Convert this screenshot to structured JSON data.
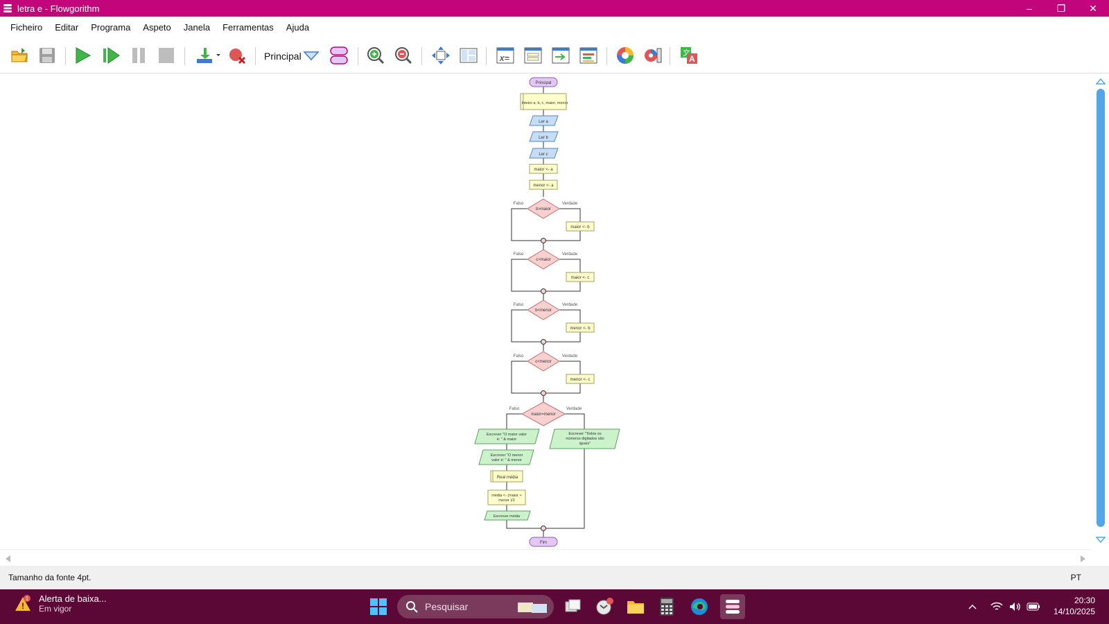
{
  "window": {
    "title": "letra e - Flowgorithm"
  },
  "menu": [
    "Ficheiro",
    "Editar",
    "Programa",
    "Aspeto",
    "Janela",
    "Ferramentas",
    "Ajuda"
  ],
  "toolbar": {
    "function_selector": "Principal"
  },
  "flowchart": {
    "start": "Principal",
    "declare": "Inteiro a, b, c, maior, menor",
    "inputs": [
      "Ler a",
      "Ler b",
      "Ler c"
    ],
    "assign_maior_a": "maior <- a",
    "assign_menor_a": "menor <- a",
    "false_label": "Falso",
    "true_label": "Verdade",
    "decisions": [
      {
        "condition": "b>maior",
        "true_action": "maior <- b"
      },
      {
        "condition": "c>maior",
        "true_action": "maior <- c"
      },
      {
        "condition": "b<menor",
        "true_action": "menor <- b"
      },
      {
        "condition": "c<menor",
        "true_action": "menor <- c"
      }
    ],
    "final_decision": "maior=menor",
    "false_branch": {
      "output1": [
        "Escrever \"O maior valor",
        "é: \" & maior"
      ],
      "output2": [
        "Escrever \"O menor",
        "valor é: \" & menor"
      ],
      "declare": "Real média",
      "assign": [
        "média <- (maior +",
        "menor )/2"
      ],
      "output3": "Escrever média"
    },
    "true_branch": {
      "output": [
        "Escrever \"Todos os",
        "números digitados são",
        "iguais\""
      ]
    },
    "end": "Fim"
  },
  "status": {
    "font_size": "Tamanho da fonte 4pt.",
    "language": "PT"
  },
  "taskbar": {
    "alert_title": "Alerta de baixa...",
    "alert_subtitle": "Em vigor",
    "alert_badge": "1",
    "search_placeholder": "Pesquisar",
    "time": "20:30",
    "date": "14/10/2025"
  },
  "colors": {
    "titlebar": "#c2057a",
    "taskbar": "#5c0836",
    "terminal": "#e3c8f5",
    "declare": "#ffffcc",
    "input": "#c6ddf7",
    "assign": "#ffffcc",
    "decision": "#f9d0d0",
    "output": "#ccf2cc"
  }
}
